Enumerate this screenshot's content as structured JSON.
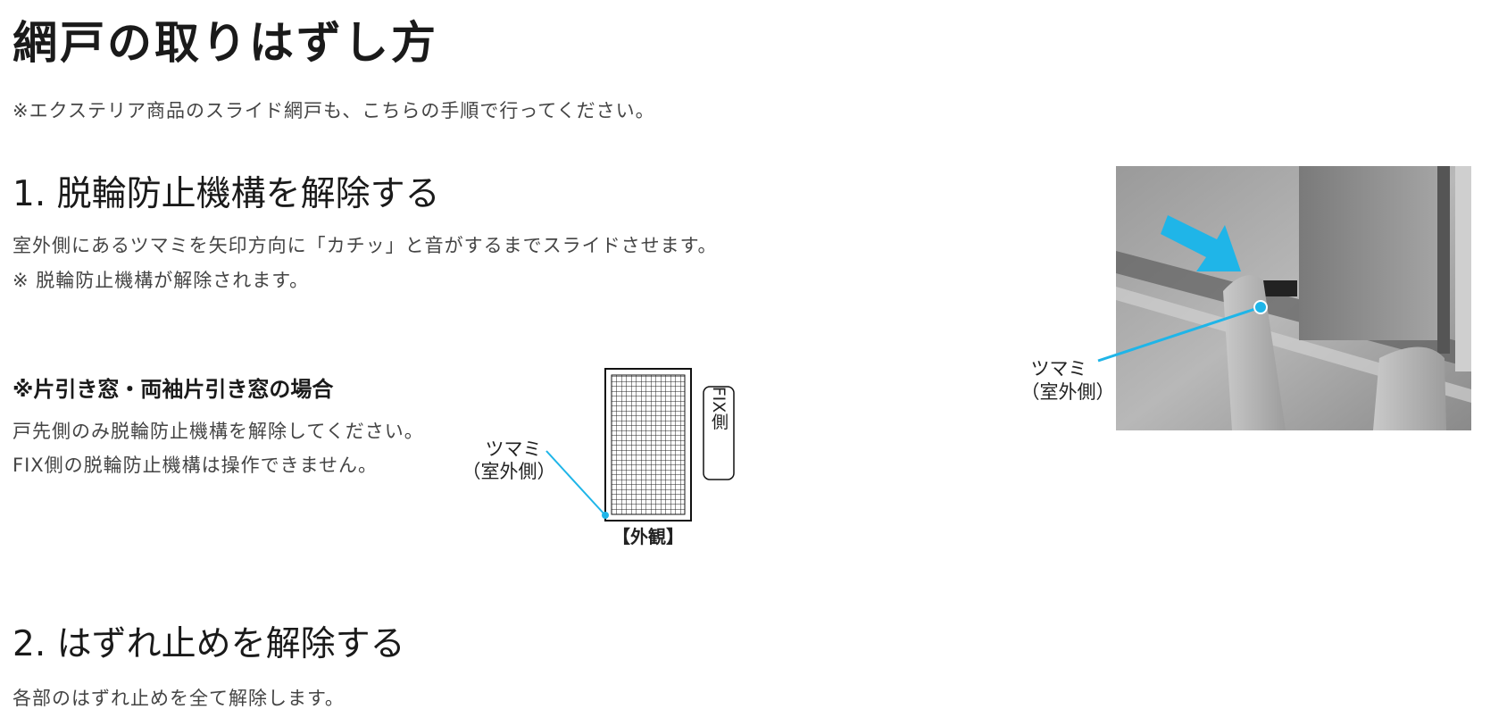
{
  "page": {
    "title": "網戸の取りはずし方",
    "note": "※エクステリア商品のスライド網戸も、こちらの手順で行ってください。"
  },
  "step1": {
    "heading": "1. 脱輪防止機構を解除する",
    "line1": "室外側にあるツマミを矢印方向に「カチッ」と音がするまでスライドさせます。",
    "line2": "※ 脱輪防止機構が解除されます。",
    "photo": {
      "callout_line1": "ツマミ",
      "callout_line2": "（室外側）"
    },
    "sub": {
      "heading": "※片引き窓・両袖片引き窓の場合",
      "line1": "戸先側のみ脱輪防止機構を解除してください。",
      "line2": "FIX側の脱輪防止機構は操作できません。",
      "diagram": {
        "callout_line1": "ツマミ",
        "callout_line2": "（室外側）",
        "fix_side_label": "FIX側",
        "caption": "【外観】"
      }
    }
  },
  "step2": {
    "heading": "2. はずれ止めを解除する",
    "line1": "各部のはずれ止めを全て解除します。"
  },
  "colors": {
    "accent": "#1fb5e8",
    "text": "#222222",
    "muted": "#444444"
  }
}
